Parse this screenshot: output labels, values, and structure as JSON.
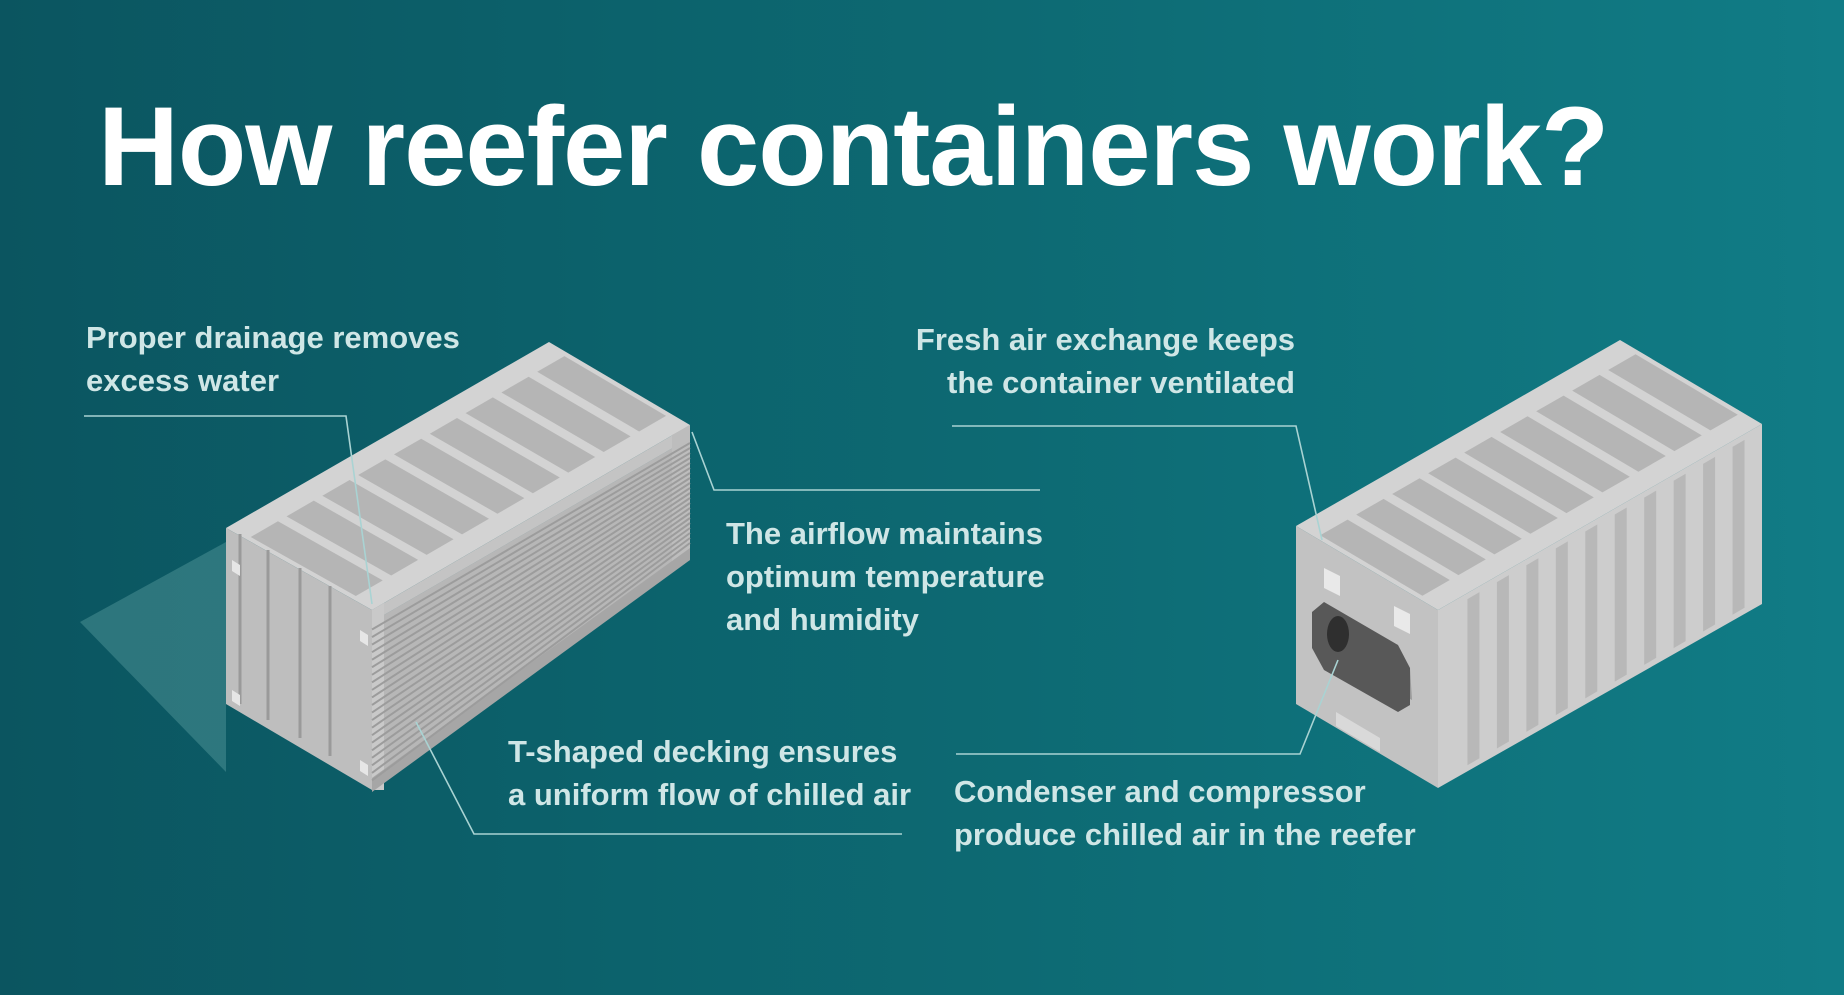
{
  "title": "How reefer containers work?",
  "labels": {
    "drainage": [
      "Proper drainage removes",
      "excess water"
    ],
    "airflow": [
      "The airflow maintains",
      "optimum temperature",
      "and humidity"
    ],
    "decking": [
      "T-shaped decking ensures",
      "a uniform flow of chilled air"
    ],
    "fresh_air": [
      "Fresh air exchange keeps",
      "the container ventilated"
    ],
    "condenser": [
      "Condenser and compressor",
      "produce chilled air in the reefer"
    ]
  },
  "colors": {
    "background_left": "#0b5560",
    "background_right": "#117c86",
    "title": "#ffffff",
    "label_text": "#cfe6e6",
    "leader_line": "#a9d3d3",
    "container_light": "#d4d4d4",
    "container_mid": "#bdbdbd",
    "container_dark": "#9e9e9e",
    "unit_dark": "#5a5a5a"
  }
}
